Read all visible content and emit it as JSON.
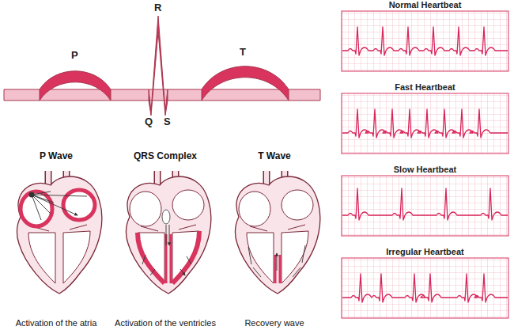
{
  "diagram": {
    "nodes": [
      {
        "text": [
          "P Wave",
          "Activation of the atria"
        ]
      },
      {
        "text": [
          "QRS Complex",
          "Activation of the ventricles"
        ]
      },
      {
        "text": [
          "T Wave",
          "Recovery wave"
        ]
      },
      {
        "text": [
          "Normal Heartbeat"
        ]
      },
      {
        "text": [
          "Fast Heartbeat"
        ]
      },
      {
        "text": [
          "Slow Heartbeat"
        ]
      },
      {
        "text": [
          "Irregular Heartbeat"
        ]
      }
    ],
    "labels": [
      "P",
      "R",
      "Q",
      "S",
      "T"
    ]
  }
}
